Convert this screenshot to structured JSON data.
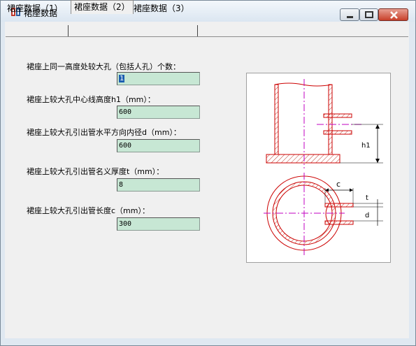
{
  "window": {
    "title": "裙座数据"
  },
  "tabs": [
    {
      "label": "裙座数据（1）"
    },
    {
      "label": "裙座数据（2）"
    },
    {
      "label": "裙座数据（3）"
    }
  ],
  "form": {
    "fields": [
      {
        "label": "裙座上同一高度处较大孔（包括人孔）个数：",
        "value": "1"
      },
      {
        "label": "裙座上较大孔中心线高度h1（mm）：",
        "value": "600"
      },
      {
        "label": "裙座上较大孔引出管水平方向内径d（mm）：",
        "value": "600"
      },
      {
        "label": "裙座上较大孔引出管名义厚度t（mm）：",
        "value": "8"
      },
      {
        "label": "裙座上较大孔引出管长度c（mm）：",
        "value": "300"
      }
    ]
  },
  "diagram": {
    "labels": {
      "h1": "h1",
      "c": "c",
      "t": "t",
      "d": "d"
    }
  }
}
